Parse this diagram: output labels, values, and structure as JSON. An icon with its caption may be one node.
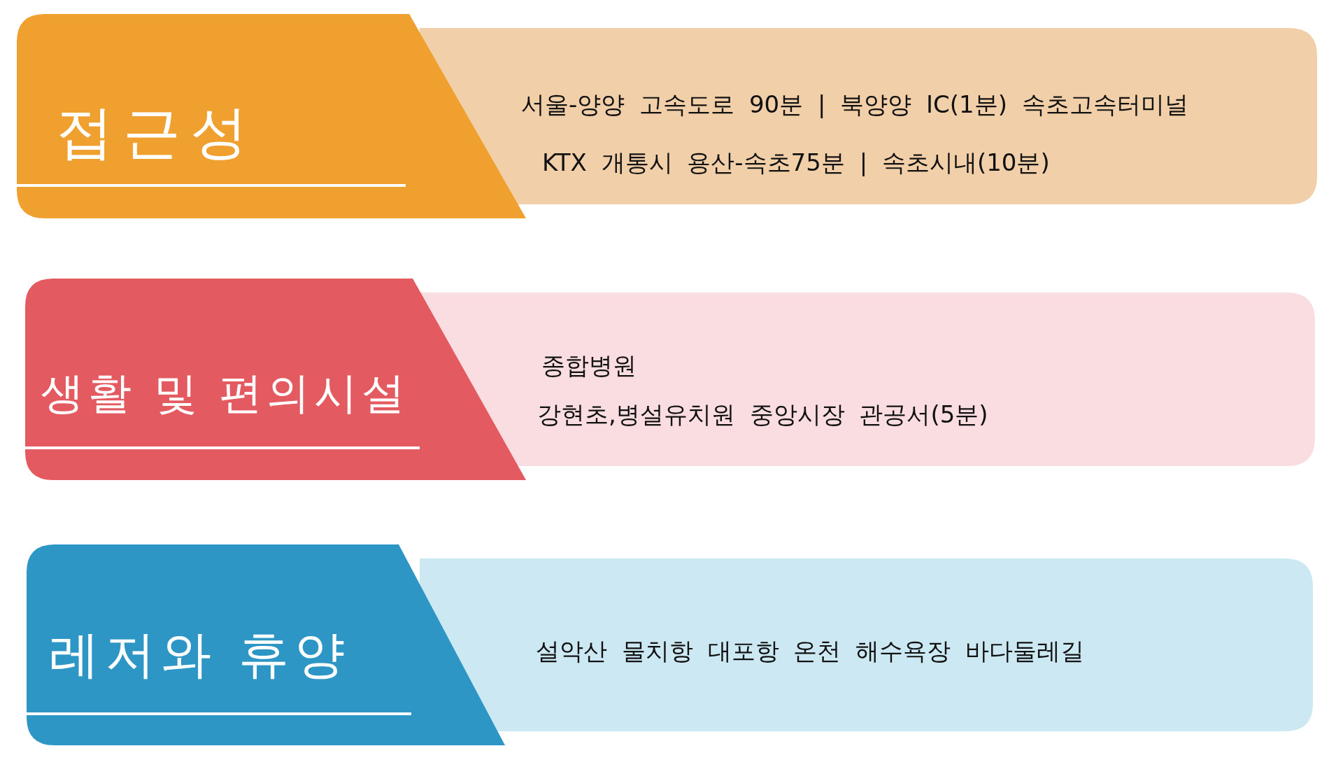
{
  "diagram": {
    "nodes": [
      {
        "text": [
          "접근성"
        ]
      },
      {
        "text": [
          "서울-양양 고속도로 90분 | 북양양 IC(1분) 속초고속터미널",
          "KTX 개통시 용산-속초75분 | 속초시내(10분)"
        ]
      },
      {
        "text": [
          "생활 및 편의시설"
        ]
      },
      {
        "text": [
          "종합병원",
          "강현초,병설유치원 중앙시장 관공서(5분)"
        ]
      },
      {
        "text": [
          "레저와 휴양"
        ]
      },
      {
        "text": [
          "설악산 물치항 대포항 온천 해수욕장 바다둘레길"
        ]
      }
    ]
  }
}
